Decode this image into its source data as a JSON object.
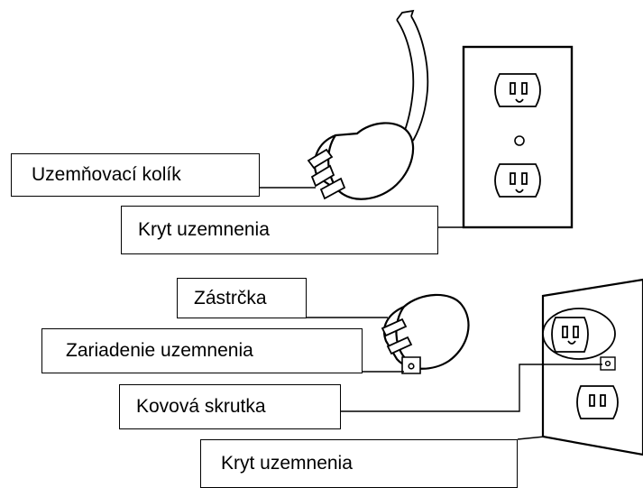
{
  "labels": {
    "ground_pin": "Uzemňovací kolík",
    "ground_cover_top": "Kryt uzemnenia",
    "plug": "Zástrčka",
    "grounding_device": "Zariadenie uzemnenia",
    "metal_screw": "Kovová skrutka",
    "ground_cover_bottom": "Kryt uzemnenia"
  },
  "colors": {
    "line": "#000000",
    "background": "#ffffff"
  }
}
